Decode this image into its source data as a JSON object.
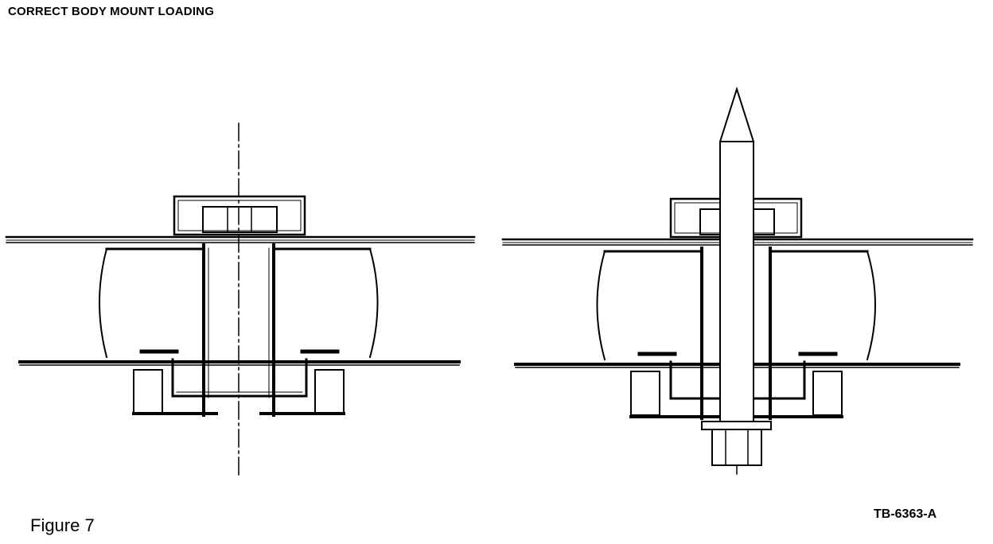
{
  "title": "CORRECT BODY MOUNT LOADING",
  "caption": "Figure 7",
  "ref_code": "TB-6363-A",
  "colors": {
    "line": "#000000",
    "background": "#ffffff"
  }
}
